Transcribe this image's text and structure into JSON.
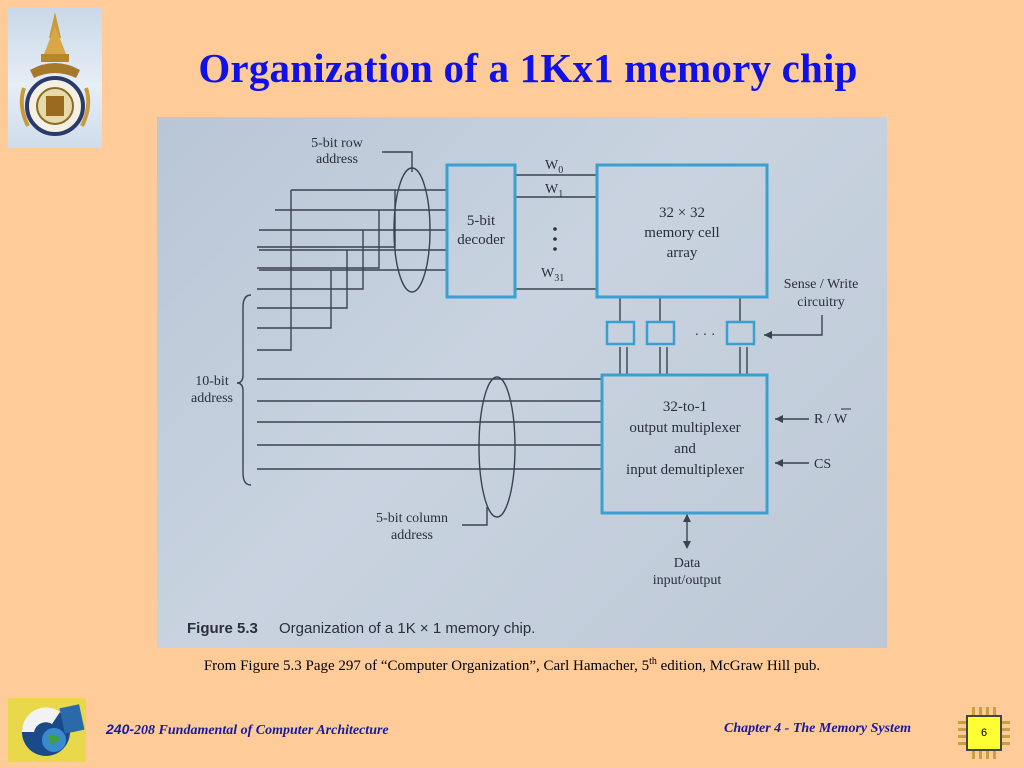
{
  "title": "Organization of a 1Kx1 memory chip",
  "figure": {
    "row_address_label_1": "5-bit row",
    "row_address_label_2": "address",
    "decoder_label_1": "5-bit",
    "decoder_label_2": "decoder",
    "w0_label": "W",
    "w0_sub": "0",
    "w1_label": "W",
    "w1_sub": "1",
    "w31_label": "W",
    "w31_sub": "31",
    "array_label_1": "32 × 32",
    "array_label_2": "memory cell",
    "array_label_3": "array",
    "sense_label_1": "Sense / Write",
    "sense_label_2": "circuitry",
    "ellipsis": "· · ·",
    "address_label_1": "10-bit",
    "address_label_2": "address",
    "mux_label_1": "32-to-1",
    "mux_label_2": "output multiplexer",
    "mux_label_3": "and",
    "mux_label_4": "input demultiplexer",
    "rw_label": "R / W",
    "cs_label": "CS",
    "column_label_1": "5-bit column",
    "column_label_2": "address",
    "data_label_1": "Data",
    "data_label_2": "input/output",
    "figure_number": "Figure 5.3",
    "figure_caption": "Organization of a 1K × 1 memory chip."
  },
  "source_pre": "From Figure 5.3 Page 297 of “Computer Organization”, Carl Hamacher, 5",
  "source_sup": "th",
  "source_post": " edition, McGraw Hill pub.",
  "footer": {
    "course_num": "240-",
    "course_rest": "208 Fundamental of Computer Architecture",
    "chapter": "Chapter 4 - The Memory System",
    "page": "6"
  },
  "colors": {
    "background": "#FFCC99",
    "title": "#1010E8",
    "footer_text": "#1818A0",
    "box_outline": "#3aa0d0"
  }
}
